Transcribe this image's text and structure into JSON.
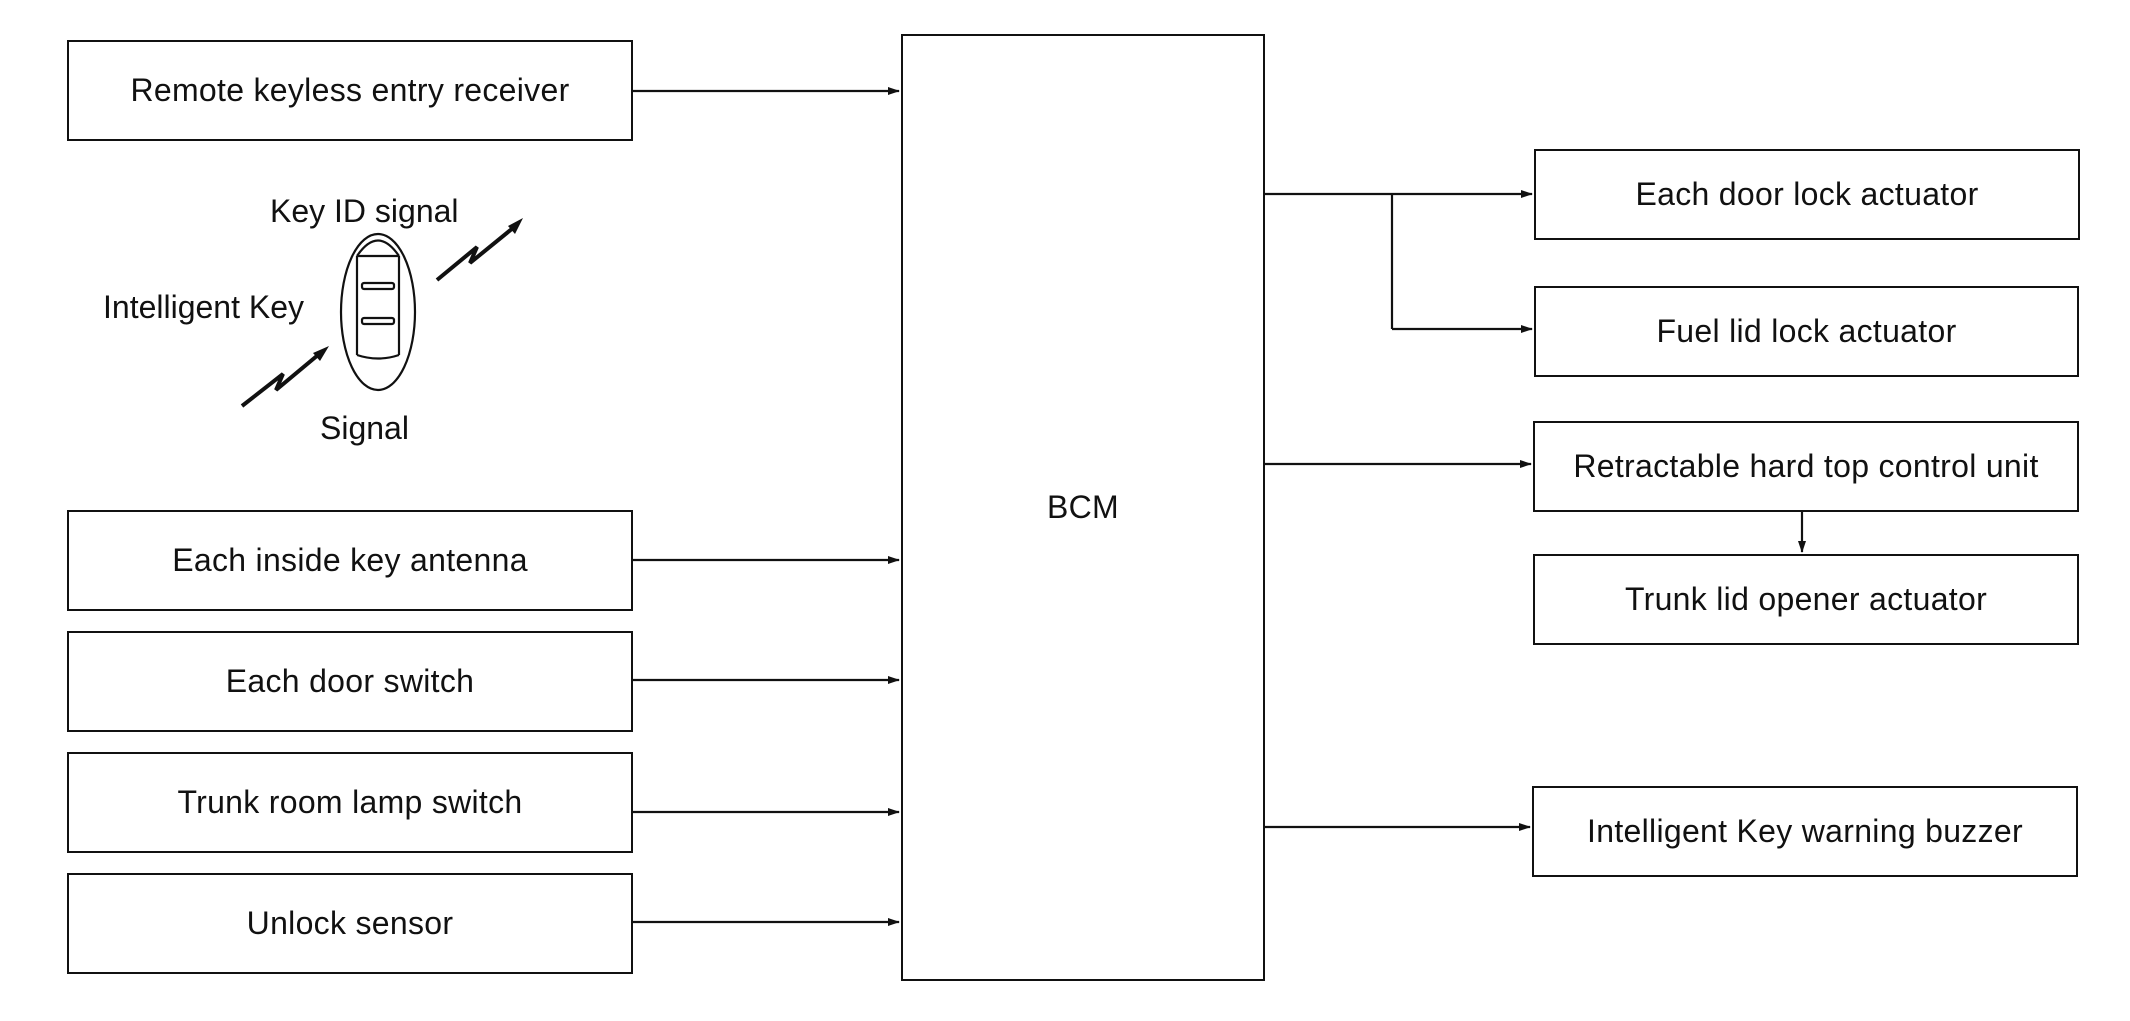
{
  "inputs": {
    "remote_keyless_entry_receiver": "Remote keyless entry receiver",
    "each_inside_key_antenna": "Each inside key antenna",
    "each_door_switch": "Each door switch",
    "trunk_room_lamp_switch": "Trunk room lamp switch",
    "unlock_sensor": "Unlock sensor"
  },
  "intelligent_key": {
    "label": "Intelligent Key",
    "key_id_signal_label": "Key ID signal",
    "signal_label": "Signal"
  },
  "bcm": {
    "label": "BCM"
  },
  "outputs": {
    "each_door_lock_actuator": "Each door lock actuator",
    "fuel_lid_lock_actuator": "Fuel lid lock actuator",
    "retractable_hard_top_control_unit": "Retractable hard top control unit",
    "trunk_lid_opener_actuator": "Trunk lid opener actuator",
    "intelligent_key_warning_buzzer": "Intelligent Key warning buzzer"
  }
}
